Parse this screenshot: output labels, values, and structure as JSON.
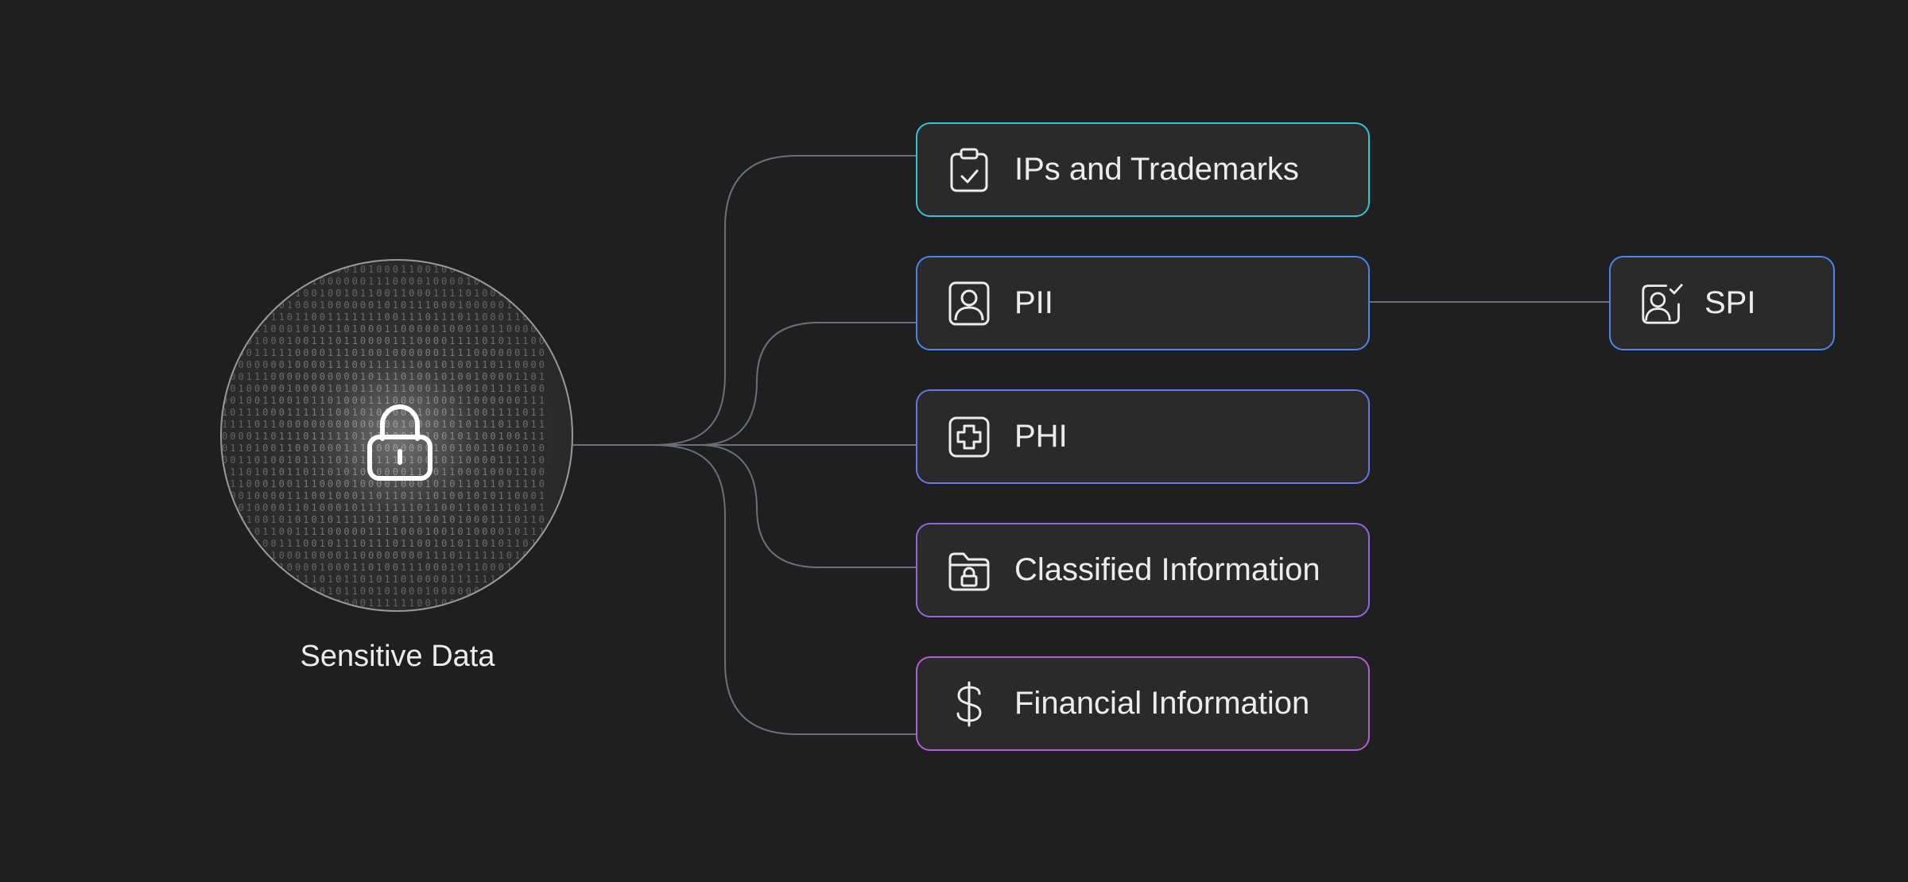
{
  "hub": {
    "label": "Sensitive Data",
    "icon": "lock-icon"
  },
  "nodes": [
    {
      "key": "ip",
      "label": "IPs and Trademarks",
      "icon": "clipboard-check-icon",
      "color": "#35c3d6"
    },
    {
      "key": "pii",
      "label": "PII",
      "icon": "user-id-icon",
      "color": "#4a86e8"
    },
    {
      "key": "phi",
      "label": "PHI",
      "icon": "medical-cross-icon",
      "color": "#6b74e6"
    },
    {
      "key": "cls",
      "label": "Classified Information",
      "icon": "locked-folder-icon",
      "color": "#9466e0"
    },
    {
      "key": "fin",
      "label": "Financial Information",
      "icon": "dollar-icon",
      "color": "#b15fd6"
    }
  ],
  "sub_nodes": [
    {
      "key": "spi",
      "parent": "pii",
      "label": "SPI",
      "icon": "user-verified-icon",
      "color": "#4a86e8"
    }
  ],
  "connector_color": "#6c6f74"
}
